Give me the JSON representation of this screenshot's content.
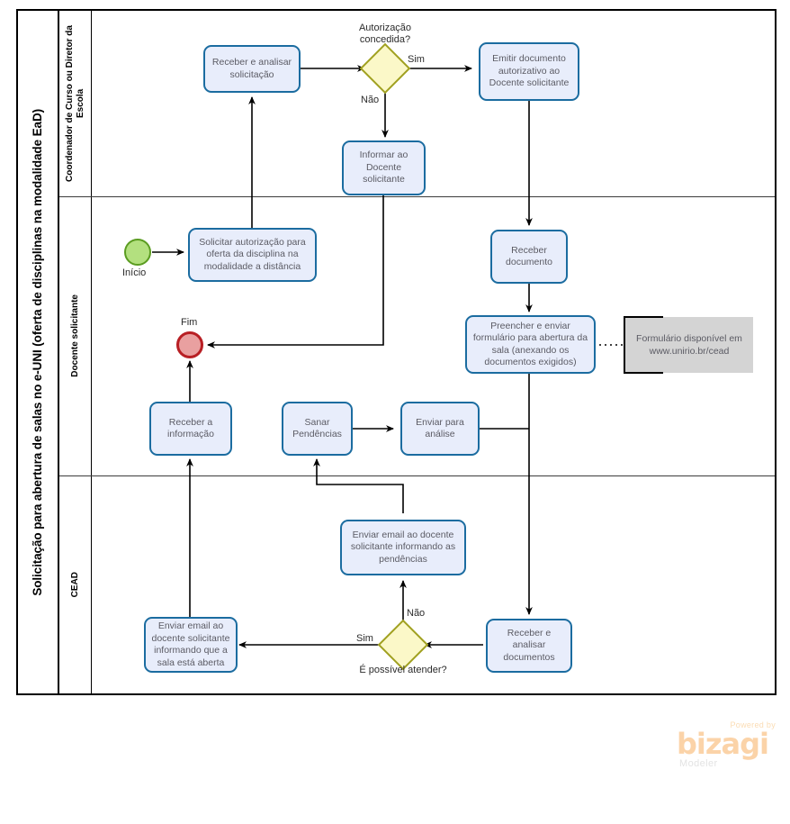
{
  "pool": {
    "title": "Solicitação para abertura de salas no e-UNI (oferta de disciplinas na modalidade EaD)"
  },
  "lanes": [
    {
      "id": "coordenador",
      "label": "Coordenador de Curso ou Diretor da Escola"
    },
    {
      "id": "docente",
      "label": "Docente  solicitante"
    },
    {
      "id": "cead",
      "label": "CEAD"
    }
  ],
  "events": [
    {
      "id": "start",
      "type": "start",
      "label": "Início"
    },
    {
      "id": "end",
      "type": "end",
      "label": "Fim"
    }
  ],
  "tasks": [
    {
      "id": "receber-analisar-solicitacao",
      "lane": "coordenador",
      "label": "Receber  e analisar solicitação"
    },
    {
      "id": "emitir-documento-autorizativo",
      "lane": "coordenador",
      "label": "Emitir documento autorizativo ao Docente solicitante"
    },
    {
      "id": "informar-ao-docente",
      "lane": "coordenador",
      "label": "Informar ao Docente solicitante"
    },
    {
      "id": "solicitar-autorizacao",
      "lane": "docente",
      "label": "Solicitar autorização para oferta da disciplina na modalidade a distância"
    },
    {
      "id": "receber-documento",
      "lane": "docente",
      "label": "Receber documento"
    },
    {
      "id": "preencher-enviar-formulario",
      "lane": "docente",
      "label": "Preencher e enviar formulário para abertura da sala (anexando os documentos exigidos)"
    },
    {
      "id": "receber-informacao",
      "lane": "docente",
      "label": "Receber a informação"
    },
    {
      "id": "sanar-pendencias",
      "lane": "docente",
      "label": "Sanar Pendências"
    },
    {
      "id": "enviar-para-analise",
      "lane": "docente",
      "label": "Enviar para análise"
    },
    {
      "id": "enviar-email-pendencias",
      "lane": "cead",
      "label": "Enviar email ao docente solicitante informando as pendências"
    },
    {
      "id": "enviar-email-sala-aberta",
      "lane": "cead",
      "label": "Enviar email ao docente solicitante informando que a sala está aberta"
    },
    {
      "id": "receber-analisar-documentos",
      "lane": "cead",
      "label": "Receber e analisar documentos"
    }
  ],
  "gateways": [
    {
      "id": "autorizacao-concedida",
      "lane": "coordenador",
      "label": "Autorização concedida?"
    },
    {
      "id": "e-possivel-atender",
      "lane": "cead",
      "label": "É possível atender?"
    }
  ],
  "flow_labels": {
    "gw1_yes": "Sim",
    "gw1_no": "Não",
    "gw2_yes": "Sim",
    "gw2_no": "Não"
  },
  "annotations": [
    {
      "id": "formulario-disponivel",
      "label": "Formulário disponível em www.unirio.br/cead"
    }
  ],
  "branding": {
    "powered_by": "Powered by",
    "name": "bizagi",
    "product": "Modeler"
  },
  "colors": {
    "task_fill": "#e8edfb",
    "task_stroke": "#1b6ca0",
    "gateway_fill": "#fbf8c8",
    "gateway_stroke": "#a0a020",
    "start_fill": "#b3e07f",
    "start_stroke": "#5a9c20",
    "end_fill": "#e9a0a0",
    "end_stroke": "#b81f24",
    "annotation_fill": "#d4d4d4",
    "brand": "#fbd3a8"
  }
}
